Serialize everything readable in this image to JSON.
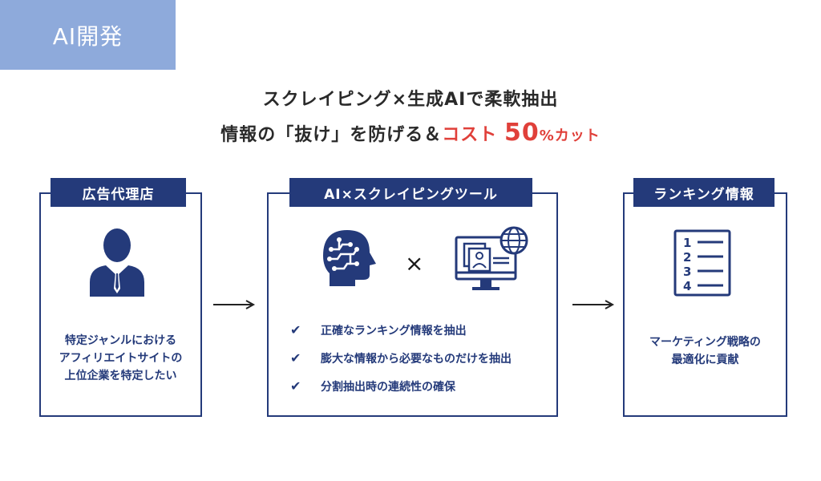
{
  "tag": "AI開発",
  "headline": {
    "line1": "スクレイピング×生成AIで柔軟抽出",
    "line2_prefix": "情報の「抜け」を防げる＆",
    "line2_cost": "コスト",
    "line2_number": "50",
    "line2_pct": "%カット"
  },
  "boxes": [
    {
      "title": "広告代理店",
      "icon": "businessperson-icon",
      "lines": [
        "特定ジャンルにおける",
        "アフィリエイトサイトの",
        "上位企業を特定したい"
      ]
    },
    {
      "title": "AI×スクレイピングツール",
      "icons": [
        "ai-brain-icon",
        "times-icon",
        "web-monitor-icon"
      ],
      "times_symbol": "×",
      "checks": [
        "正確なランキング情報を抽出",
        "膨大な情報から必要なものだけを抽出",
        "分割抽出時の連続性の確保"
      ]
    },
    {
      "title": "ランキング情報",
      "icon": "ranked-list-icon",
      "list_numbers": [
        "1",
        "2",
        "3",
        "4"
      ],
      "lines": [
        "マーケティング戦略の",
        "最適化に貢献"
      ]
    }
  ],
  "check_symbol": "✔",
  "colors": {
    "navy": "#243a7a",
    "tag_bg": "#8eaadb",
    "accent_red": "#e0403a"
  }
}
